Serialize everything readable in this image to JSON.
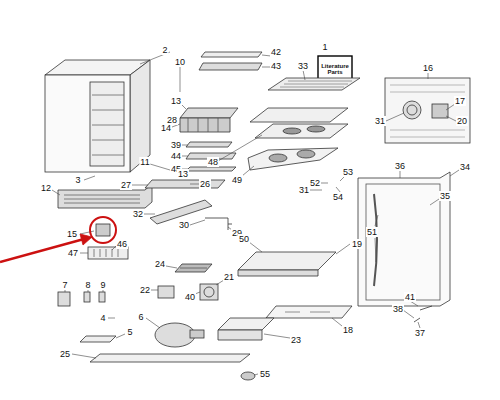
{
  "diagram": {
    "labels": [
      "1",
      "Literature Parts",
      "2",
      "10",
      "42",
      "43",
      "33",
      "16",
      "13",
      "17",
      "14",
      "28",
      "39",
      "31",
      "20",
      "44",
      "45",
      "48",
      "11",
      "13",
      "49",
      "31",
      "52",
      "53",
      "3",
      "12",
      "27",
      "26",
      "54",
      "36",
      "34",
      "35",
      "32",
      "30",
      "29",
      "50",
      "19",
      "51",
      "15",
      "46",
      "47",
      "24",
      "22",
      "40",
      "21",
      "41",
      "38",
      "7",
      "8",
      "9",
      "4",
      "6",
      "18",
      "5",
      "23",
      "37",
      "25",
      "55"
    ]
  }
}
